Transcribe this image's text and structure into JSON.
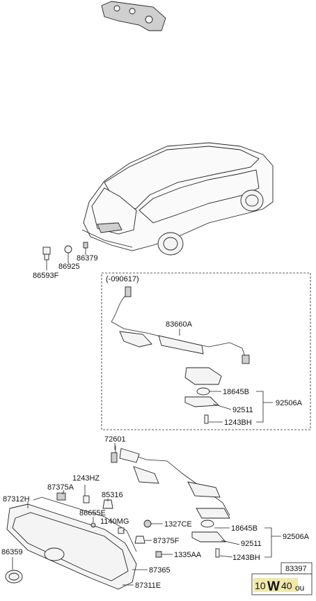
{
  "labels": {
    "variant": "(-090617)",
    "l_86593F": "86593F",
    "l_86925": "86925",
    "l_86379": "86379",
    "l_83660A": "83660A",
    "l_18645B_a": "18645B",
    "l_92511_a": "92511",
    "l_1243BH_a": "1243BH",
    "l_92506A_a": "92506A",
    "l_72601": "72601",
    "l_1243HZ": "1243HZ",
    "l_87375A": "87375A",
    "l_87312H": "87312H",
    "l_85316": "85316",
    "l_86655E": "86655E",
    "l_1140MG": "1140MG",
    "l_1327CE": "1327CE",
    "l_87375F": "87375F",
    "l_1335AA": "1335AA",
    "l_87365": "87365",
    "l_86359": "86359",
    "l_87311E": "87311E",
    "l_18645B_b": "18645B",
    "l_92511_b": "92511",
    "l_1243BH_b": "1243BH",
    "l_92506A_b": "92506A"
  },
  "legend_box": {
    "part_no": "83397",
    "code_a": "10",
    "code_b": "W",
    "code_c": "40",
    "code_d": "ou"
  }
}
